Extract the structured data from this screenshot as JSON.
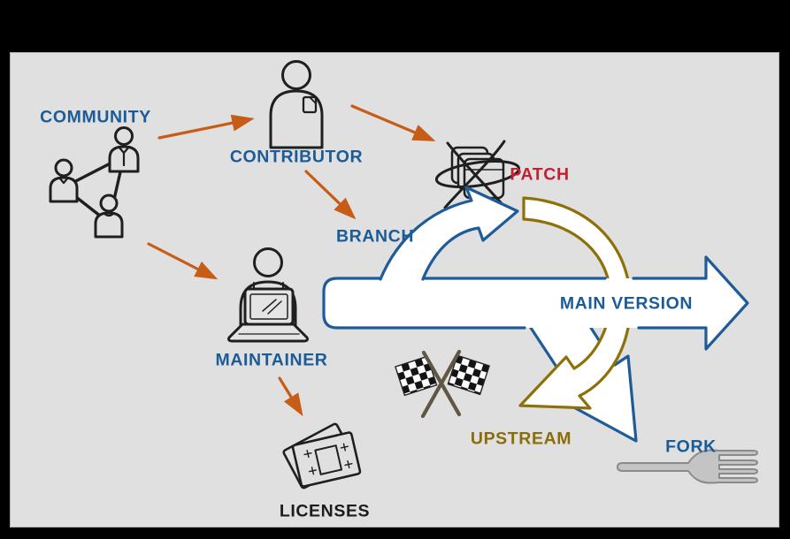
{
  "canvas": {
    "outer_background": "#000000",
    "panel_background": "#e0e0e0"
  },
  "colors": {
    "label_blue": "#1b5c97",
    "label_red": "#c32132",
    "label_olive": "#8a6d08",
    "label_black": "#1c1c1c",
    "arrow_orange": "#c75c17",
    "flow_blue_outline": "#1d5c99",
    "flow_olive_outline": "#8d7008",
    "flow_fill_white": "#ffffff",
    "icon_line_black": "#1f1f1f",
    "fork_gray": "#c4c4c4"
  },
  "diagram": {
    "nodes": {
      "community": {
        "label": "COMMUNITY",
        "icon": "people-network-icon"
      },
      "contributor": {
        "label": "CONTRIBUTOR",
        "icon": "person-icon"
      },
      "branch": {
        "label": "BRANCH",
        "icon": null
      },
      "patch": {
        "label": "PATCH",
        "icon": "stacked-windows-atom-icon"
      },
      "maintainer": {
        "label": "MAINTAINER",
        "icon": "person-laptop-icon"
      },
      "licenses": {
        "label": "LICENSES",
        "icon": "papers-icon"
      },
      "main_version": {
        "label": "MAIN VERSION",
        "icon": null
      },
      "upstream": {
        "label": "UPSTREAM",
        "icon": "checkered-flags-icon"
      },
      "fork": {
        "label": "FORK",
        "icon": "fork-cutlery-icon"
      }
    },
    "orange_arrows": [
      {
        "from": "community",
        "to": "contributor"
      },
      {
        "from": "community",
        "to": "maintainer"
      },
      {
        "from": "contributor",
        "to": "patch"
      },
      {
        "from": "contributor",
        "to": "branch"
      },
      {
        "from": "maintainer",
        "to": "licenses"
      }
    ],
    "flow_arrows": [
      {
        "name": "main-version-arrow",
        "color": "#1d5c99",
        "description": "large horizontal white arrow pointing right"
      },
      {
        "name": "branch-merge-arrow",
        "color": "#1d5c99",
        "description": "curved white arrow rising from main version toward patch"
      },
      {
        "name": "upstream-arrow",
        "color": "#8d7008",
        "description": "curved white arrow looping right and down-left to upstream flags"
      },
      {
        "name": "fork-arrow",
        "color": "#1d5c99",
        "description": "white arrow splitting down-right from main version to fork"
      }
    ]
  }
}
